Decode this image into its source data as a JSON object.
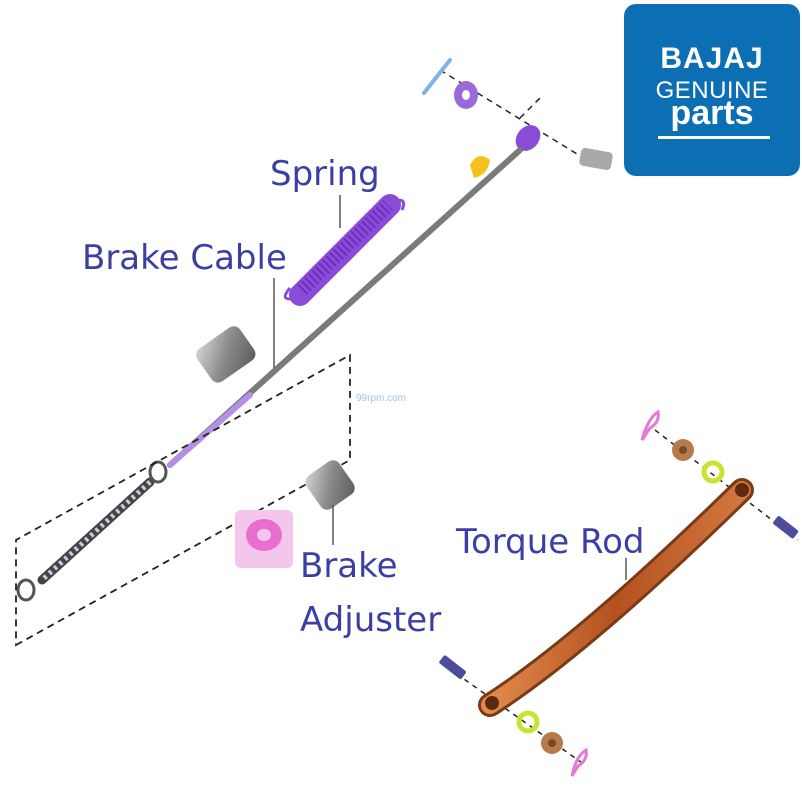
{
  "logo": {
    "brand": "BAJAJ",
    "line2": "GENUINE",
    "line3": "parts",
    "color": "#0d6fb3"
  },
  "labels": {
    "spring": "Spring",
    "brake_cable": "Brake Cable",
    "brake_adjuster_line1": "Brake",
    "brake_adjuster_line2": "Adjuster",
    "torque_rod": "Torque Rod"
  },
  "watermark": "99rpm.com",
  "colors": {
    "label_text": "#3b3fa3",
    "spring": "#8a4bd6",
    "torque_rod": "#c8652f",
    "cable": "#777777"
  }
}
